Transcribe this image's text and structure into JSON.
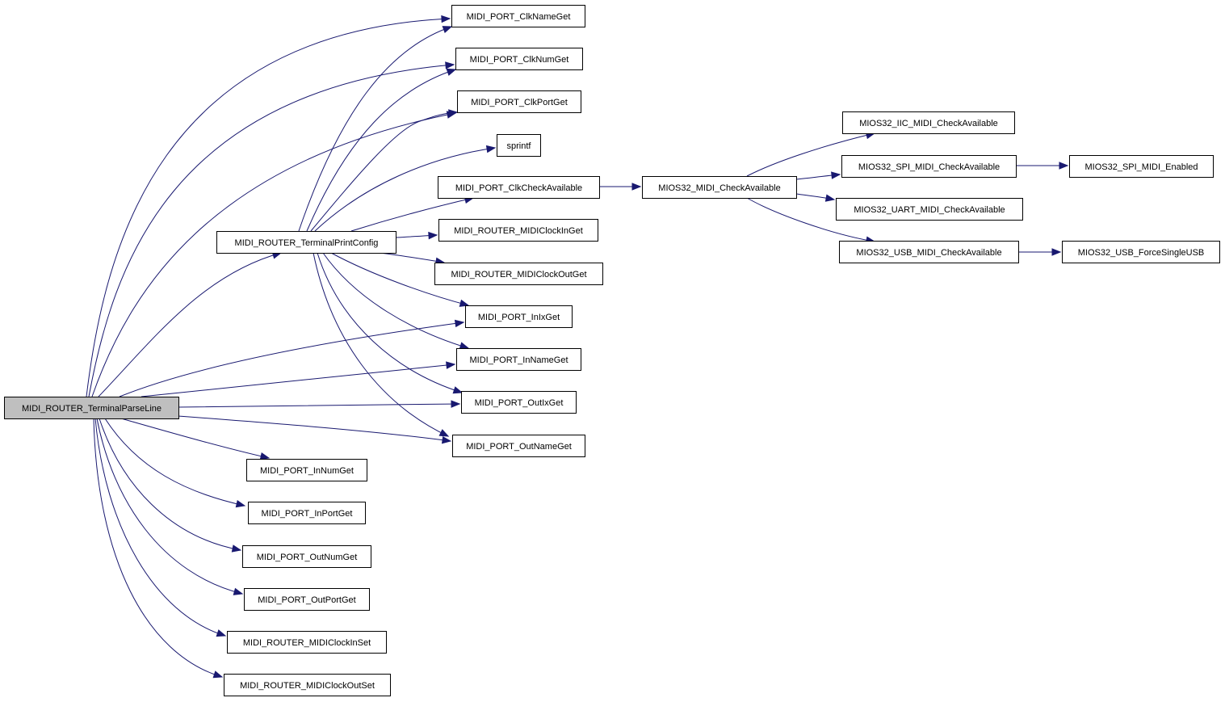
{
  "graph": {
    "root": "MIDI_ROUTER_TerminalParseLine",
    "colors": {
      "edge": "#191970",
      "root_fill": "#bfbfbf",
      "node_fill": "#ffffff",
      "node_border": "#000000"
    },
    "nodes": [
      {
        "id": "root",
        "label": "MIDI_ROUTER_TerminalParseLine"
      },
      {
        "id": "printcfg",
        "label": "MIDI_ROUTER_TerminalPrintConfig"
      },
      {
        "id": "clkNameGet",
        "label": "MIDI_PORT_ClkNameGet"
      },
      {
        "id": "clkNumGet",
        "label": "MIDI_PORT_ClkNumGet"
      },
      {
        "id": "clkPortGet",
        "label": "MIDI_PORT_ClkPortGet"
      },
      {
        "id": "sprintf",
        "label": "sprintf"
      },
      {
        "id": "clkCheck",
        "label": "MIDI_PORT_ClkCheckAvailable"
      },
      {
        "id": "clockInGet",
        "label": "MIDI_ROUTER_MIDIClockInGet"
      },
      {
        "id": "clockOutGet",
        "label": "MIDI_ROUTER_MIDIClockOutGet"
      },
      {
        "id": "inIxGet",
        "label": "MIDI_PORT_InIxGet"
      },
      {
        "id": "inNameGet",
        "label": "MIDI_PORT_InNameGet"
      },
      {
        "id": "outIxGet",
        "label": "MIDI_PORT_OutIxGet"
      },
      {
        "id": "outNameGet",
        "label": "MIDI_PORT_OutNameGet"
      },
      {
        "id": "inNumGet",
        "label": "MIDI_PORT_InNumGet"
      },
      {
        "id": "inPortGet",
        "label": "MIDI_PORT_InPortGet"
      },
      {
        "id": "outNumGet",
        "label": "MIDI_PORT_OutNumGet"
      },
      {
        "id": "outPortGet",
        "label": "MIDI_PORT_OutPortGet"
      },
      {
        "id": "clockInSet",
        "label": "MIDI_ROUTER_MIDIClockInSet"
      },
      {
        "id": "clockOutSet",
        "label": "MIDI_ROUTER_MIDIClockOutSet"
      },
      {
        "id": "miosCheck",
        "label": "MIOS32_MIDI_CheckAvailable"
      },
      {
        "id": "iicCheck",
        "label": "MIOS32_IIC_MIDI_CheckAvailable"
      },
      {
        "id": "spiCheck",
        "label": "MIOS32_SPI_MIDI_CheckAvailable"
      },
      {
        "id": "uartCheck",
        "label": "MIOS32_UART_MIDI_CheckAvailable"
      },
      {
        "id": "usbCheck",
        "label": "MIOS32_USB_MIDI_CheckAvailable"
      },
      {
        "id": "spiEnabled",
        "label": "MIOS32_SPI_MIDI_Enabled"
      },
      {
        "id": "usbForce",
        "label": "MIOS32_USB_ForceSingleUSB"
      }
    ],
    "edges": [
      {
        "from": "root",
        "to": "clkNameGet"
      },
      {
        "from": "root",
        "to": "clkNumGet"
      },
      {
        "from": "root",
        "to": "clkPortGet"
      },
      {
        "from": "root",
        "to": "printcfg"
      },
      {
        "from": "root",
        "to": "inIxGet"
      },
      {
        "from": "root",
        "to": "inNameGet"
      },
      {
        "from": "root",
        "to": "outIxGet"
      },
      {
        "from": "root",
        "to": "outNameGet"
      },
      {
        "from": "root",
        "to": "inNumGet"
      },
      {
        "from": "root",
        "to": "inPortGet"
      },
      {
        "from": "root",
        "to": "outNumGet"
      },
      {
        "from": "root",
        "to": "outPortGet"
      },
      {
        "from": "root",
        "to": "clockInSet"
      },
      {
        "from": "root",
        "to": "clockOutSet"
      },
      {
        "from": "printcfg",
        "to": "clkNameGet"
      },
      {
        "from": "printcfg",
        "to": "clkNumGet"
      },
      {
        "from": "printcfg",
        "to": "clkPortGet"
      },
      {
        "from": "printcfg",
        "to": "sprintf"
      },
      {
        "from": "printcfg",
        "to": "clkCheck"
      },
      {
        "from": "printcfg",
        "to": "clockInGet"
      },
      {
        "from": "printcfg",
        "to": "clockOutGet"
      },
      {
        "from": "printcfg",
        "to": "inIxGet"
      },
      {
        "from": "printcfg",
        "to": "inNameGet"
      },
      {
        "from": "printcfg",
        "to": "outIxGet"
      },
      {
        "from": "printcfg",
        "to": "outNameGet"
      },
      {
        "from": "clkCheck",
        "to": "miosCheck"
      },
      {
        "from": "miosCheck",
        "to": "iicCheck"
      },
      {
        "from": "miosCheck",
        "to": "spiCheck"
      },
      {
        "from": "miosCheck",
        "to": "uartCheck"
      },
      {
        "from": "miosCheck",
        "to": "usbCheck"
      },
      {
        "from": "spiCheck",
        "to": "spiEnabled"
      },
      {
        "from": "usbCheck",
        "to": "usbForce"
      }
    ]
  }
}
